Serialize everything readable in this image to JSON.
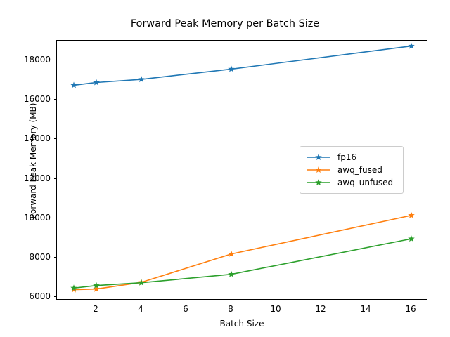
{
  "chart_data": {
    "type": "line",
    "title": "Forward Peak Memory per Batch Size",
    "xlabel": "Batch Size",
    "ylabel": "Forward Peak Memory (MB)",
    "x": [
      1,
      2,
      4,
      8,
      16
    ],
    "xlim": [
      0.25,
      16.75
    ],
    "ylim": [
      5820,
      19000
    ],
    "xticks": [
      2,
      4,
      6,
      8,
      10,
      12,
      14,
      16
    ],
    "xtick_labels": [
      "2",
      "4",
      "6",
      "8",
      "10",
      "12",
      "14",
      "16"
    ],
    "yticks": [
      6000,
      8000,
      10000,
      12000,
      14000,
      16000,
      18000
    ],
    "ytick_labels": [
      "6000",
      "8000",
      "10000",
      "12000",
      "14000",
      "16000",
      "18000"
    ],
    "grid": false,
    "legend_position": "center right",
    "marker": "star",
    "series": [
      {
        "name": "fp16",
        "color": "#1f77b4",
        "values": [
          16740,
          16880,
          17040,
          17560,
          18730
        ]
      },
      {
        "name": "awq_fused",
        "color": "#ff7f0e",
        "values": [
          6370,
          6400,
          6740,
          8180,
          10140
        ]
      },
      {
        "name": "awq_unfused",
        "color": "#2ca02c",
        "values": [
          6450,
          6580,
          6720,
          7150,
          8950
        ]
      }
    ]
  },
  "legend": {
    "items": [
      {
        "label": "fp16"
      },
      {
        "label": "awq_fused"
      },
      {
        "label": "awq_unfused"
      }
    ]
  }
}
